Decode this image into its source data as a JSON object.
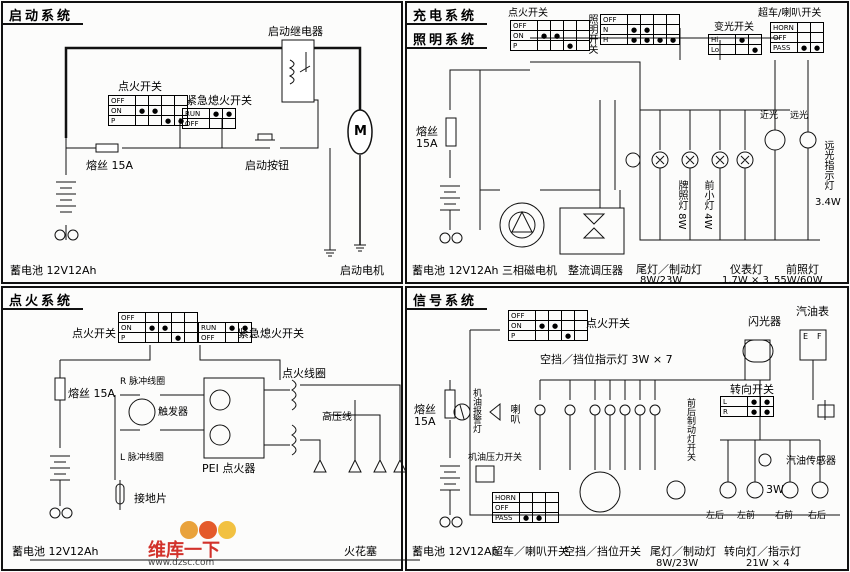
{
  "panels": {
    "start": {
      "title": "启动系统",
      "ignition_switch": "点火开关",
      "kill_switch": "紧急熄火开关",
      "start_relay": "启动继电器",
      "fuse": "熔丝 15A",
      "start_button": "启动按钮",
      "battery": "蓄电池 12V12Ah",
      "starter_motor": "启动电机",
      "motor_symbol": "M"
    },
    "charge": {
      "title": "充电系统",
      "title2": "照明系统",
      "ignition_switch": "点火开关",
      "lighting_switch": "照明开关",
      "dimmer_switch": "变光开关",
      "overtake_horn_switch": "超车/喇叭开关",
      "fuse": "熔丝 15A",
      "battery": "蓄电池 12V12Ah",
      "magneto": "三相磁电机",
      "regulator": "整流调压器",
      "plate_lamp": "牌照灯 8W",
      "front_small_lamp": "前小灯 4W",
      "near": "近光",
      "far": "远光",
      "high_beam_indicator": "远光指示灯",
      "high_beam_indicator_w": "3.4W",
      "tail_brake": "尾灯／制动灯",
      "tail_brake_w": "8W/23W",
      "meter_lamp": "仪表灯",
      "meter_lamp_w": "1.7W × 3",
      "headlamp": "前照灯",
      "headlamp_w": "55W/60W"
    },
    "ignition": {
      "title": "点火系统",
      "ignition_switch": "点火开关",
      "kill_switch": "紧急熄火开关",
      "fuse": "熔丝 15A",
      "r_coil": "R 脉冲线圈",
      "l_coil": "L 脉冲线圈",
      "trigger": "触发器",
      "pei": "PEI 点火器",
      "ign_coil": "点火线圈",
      "hv_wire": "高压线",
      "ground_plate": "接地片",
      "battery": "蓄电池 12V12Ah",
      "spark_plug": "火花塞"
    },
    "signal": {
      "title": "信号系统",
      "ignition_switch": "点火开关",
      "flasher": "闪光器",
      "fuel_gauge": "汽油表",
      "neutral_lamps": "空挡／挡位指示灯 3W × 7",
      "oil_alarm": "机油报警灯",
      "horn": "喇叭",
      "oil_pressure_switch": "机油压力开关",
      "brake_switch": "前后制动灯开关",
      "turn_switch": "转向开关",
      "fuel_sensor": "汽油传感器",
      "fuse": "熔丝 15A",
      "battery": "蓄电池 12V12Ah",
      "overtake_horn_switch": "超车／喇叭开关",
      "neutral_switch": "空挡／挡位开关",
      "tail_brake": "尾灯／制动灯",
      "tail_brake_w": "8W/23W",
      "turn_lamp": "转向灯／指示灯",
      "turn_lamp_w": "21W × 4",
      "turn_ind_w": "3W",
      "left_rear": "左后",
      "left_front": "左前",
      "right_front": "右前",
      "right_rear": "右后"
    }
  },
  "switch_rows": {
    "ign": [
      "OFF",
      "ON",
      "P"
    ],
    "kill": [
      "RUN",
      "OFF"
    ],
    "lighting": [
      "OFF",
      "N",
      "H"
    ],
    "dimmer": [
      "Hi",
      "Lo"
    ],
    "overtake": [
      "HORN",
      "OFF",
      "PASS"
    ]
  },
  "fuel_gauge_marks": {
    "empty": "E",
    "full": "F"
  },
  "watermark": {
    "cn": "维库一下",
    "url": "www.dzsc.com"
  },
  "colors": {
    "line": "#111111",
    "accent": "#d2322b"
  }
}
